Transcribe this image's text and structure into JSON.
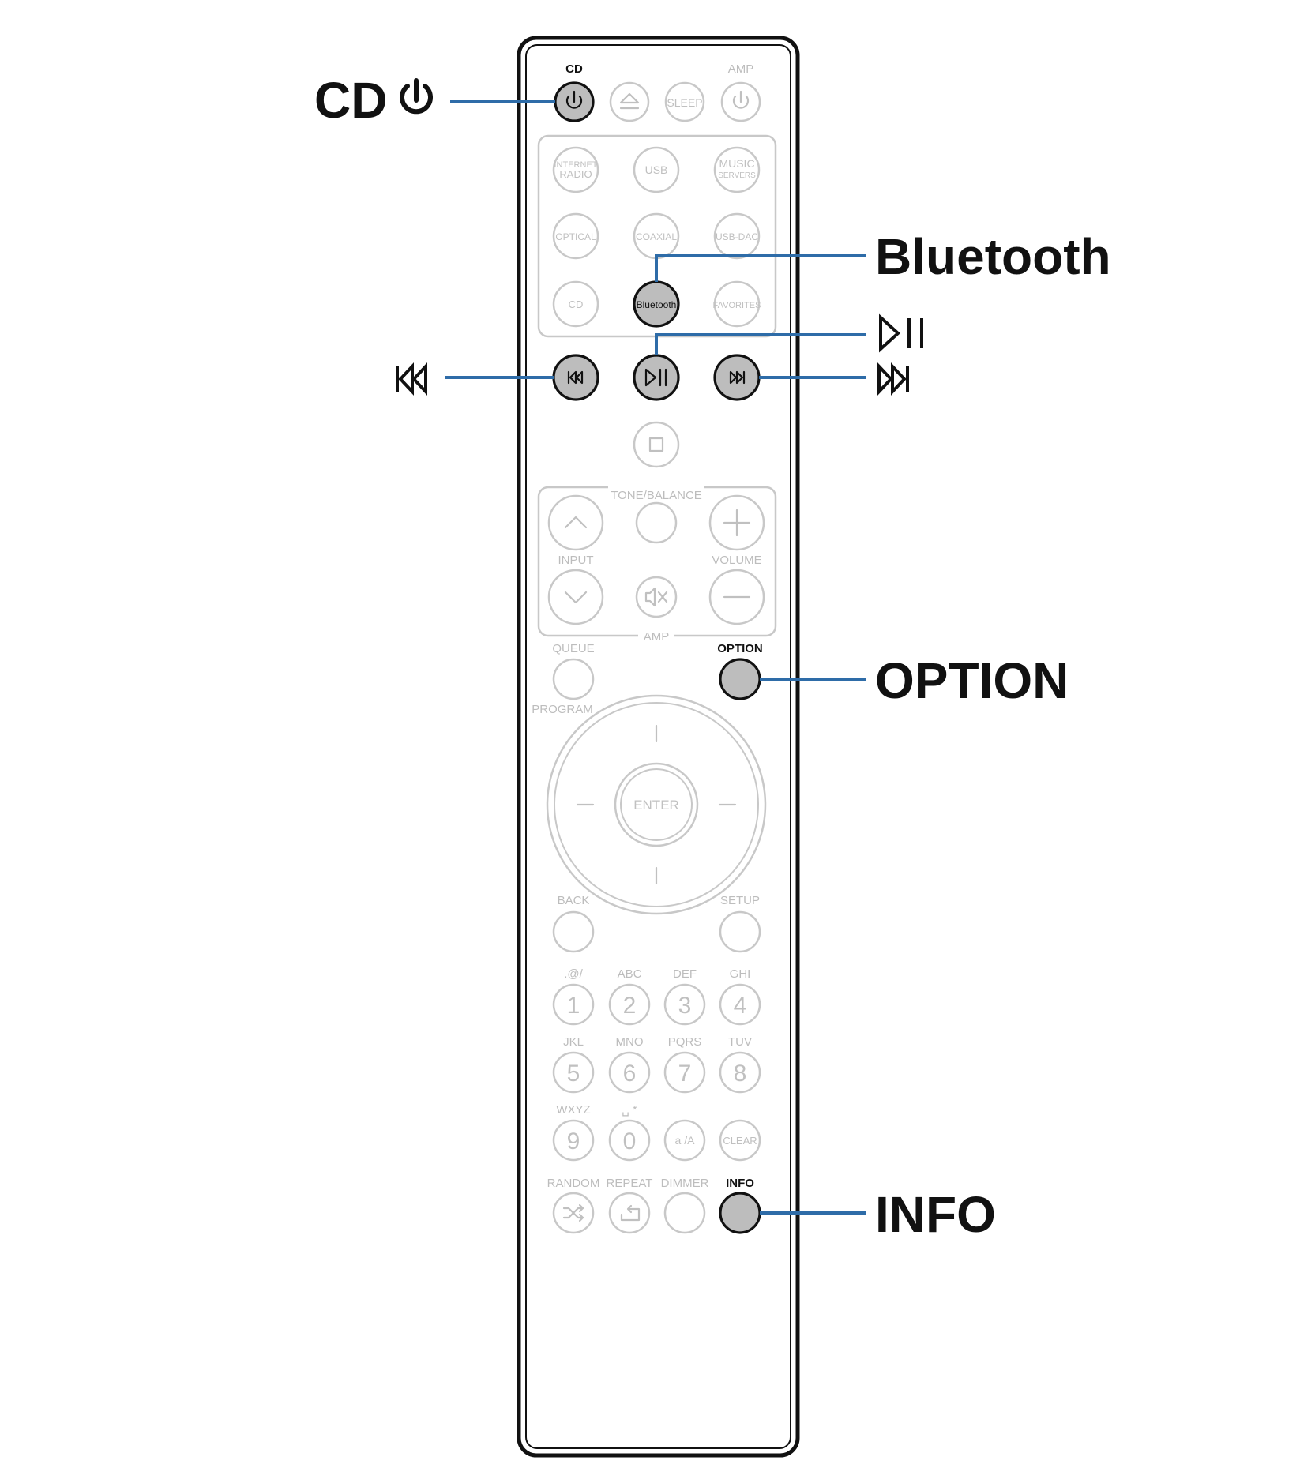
{
  "remote": {
    "top_row": {
      "cd_label": "CD",
      "amp_label": "AMP",
      "sleep_label": "SLEEP"
    },
    "source_buttons": {
      "internet_radio": [
        "INTERNET",
        "RADIO"
      ],
      "usb": "USB",
      "music_servers": [
        "MUSIC",
        "SERVERS"
      ],
      "optical": "OPTICAL",
      "coaxial": "COAXIAL",
      "usb_dac": "USB-DAC",
      "cd": "CD",
      "bluetooth": "Bluetooth",
      "favorites": "FAVORITES"
    },
    "amp_section": {
      "tone_balance": "TONE/BALANCE",
      "input": "INPUT",
      "volume": "VOLUME",
      "amp": "AMP"
    },
    "labels": {
      "queue": "QUEUE",
      "option": "OPTION",
      "program": "PROGRAM",
      "enter": "ENTER",
      "back": "BACK",
      "setup": "SETUP"
    },
    "keypad": [
      {
        "digit": "1",
        "letters": ".@/"
      },
      {
        "digit": "2",
        "letters": "ABC"
      },
      {
        "digit": "3",
        "letters": "DEF"
      },
      {
        "digit": "4",
        "letters": "GHI"
      },
      {
        "digit": "5",
        "letters": "JKL"
      },
      {
        "digit": "6",
        "letters": "MNO"
      },
      {
        "digit": "7",
        "letters": "PQRS"
      },
      {
        "digit": "8",
        "letters": "TUV"
      },
      {
        "digit": "9",
        "letters": "WXYZ"
      },
      {
        "digit": "0",
        "letters": "␣ *"
      }
    ],
    "case_button": "a /A",
    "clear_button": "CLEAR",
    "bottom_row": {
      "random": "RANDOM",
      "repeat": "REPEAT",
      "dimmer": "DIMMER",
      "info": "INFO"
    }
  },
  "callouts": {
    "cd_power": "CD",
    "bluetooth": "Bluetooth",
    "option": "OPTION",
    "info": "INFO"
  },
  "colors": {
    "callout_line": "#2e6ca8",
    "highlight_fill": "#bdbdbd",
    "inactive_outline": "#c8c8c8"
  }
}
